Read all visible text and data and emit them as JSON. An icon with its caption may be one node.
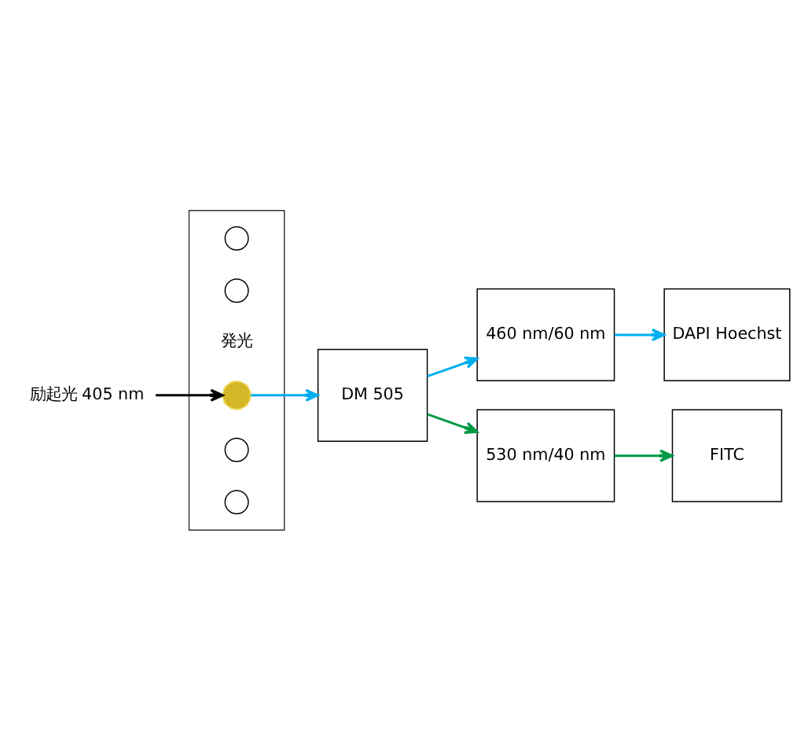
{
  "diagram": {
    "nodes": [
      {
        "text": [],
        "shape": "box"
      },
      {
        "text": [],
        "shape": "circle",
        "in": 0
      },
      {
        "text": [],
        "shape": "circle",
        "in": 0
      },
      {
        "text": [],
        "shape": "circle",
        "in": 0,
        "beside": [
          "発光"
        ]
      },
      {
        "text": [],
        "shape": "circle",
        "in": 0
      },
      {
        "text": [],
        "shape": "circle",
        "in": 0
      },
      {
        "text": [
          "励起光 405 nm"
        ]
      },
      {
        "text": [
          "DM 505"
        ]
      },
      {
        "text": [
          "460 nm/60 nm"
        ]
      },
      {
        "text": [
          "530 nm/40 nm"
        ]
      },
      {
        "text": [
          "DAPI Hoechst"
        ]
      },
      {
        "text": [
          "FITC"
        ]
      }
    ],
    "edges": [
      {
        "from": 6,
        "to": 3,
        "arrow": "to",
        "color": "#000000"
      },
      {
        "from": 3,
        "to": 7,
        "arrow": "to",
        "color": "#00aeef"
      },
      {
        "from": 7,
        "to": 8,
        "arrow": "to",
        "color": "#00aeef"
      },
      {
        "from": 7,
        "to": 9,
        "arrow": "to",
        "color": "#009a44"
      },
      {
        "from": 8,
        "to": 10,
        "arrow": "to",
        "color": "#00aeef"
      },
      {
        "from": 9,
        "to": 11,
        "arrow": "to",
        "color": "#009a44"
      }
    ]
  }
}
